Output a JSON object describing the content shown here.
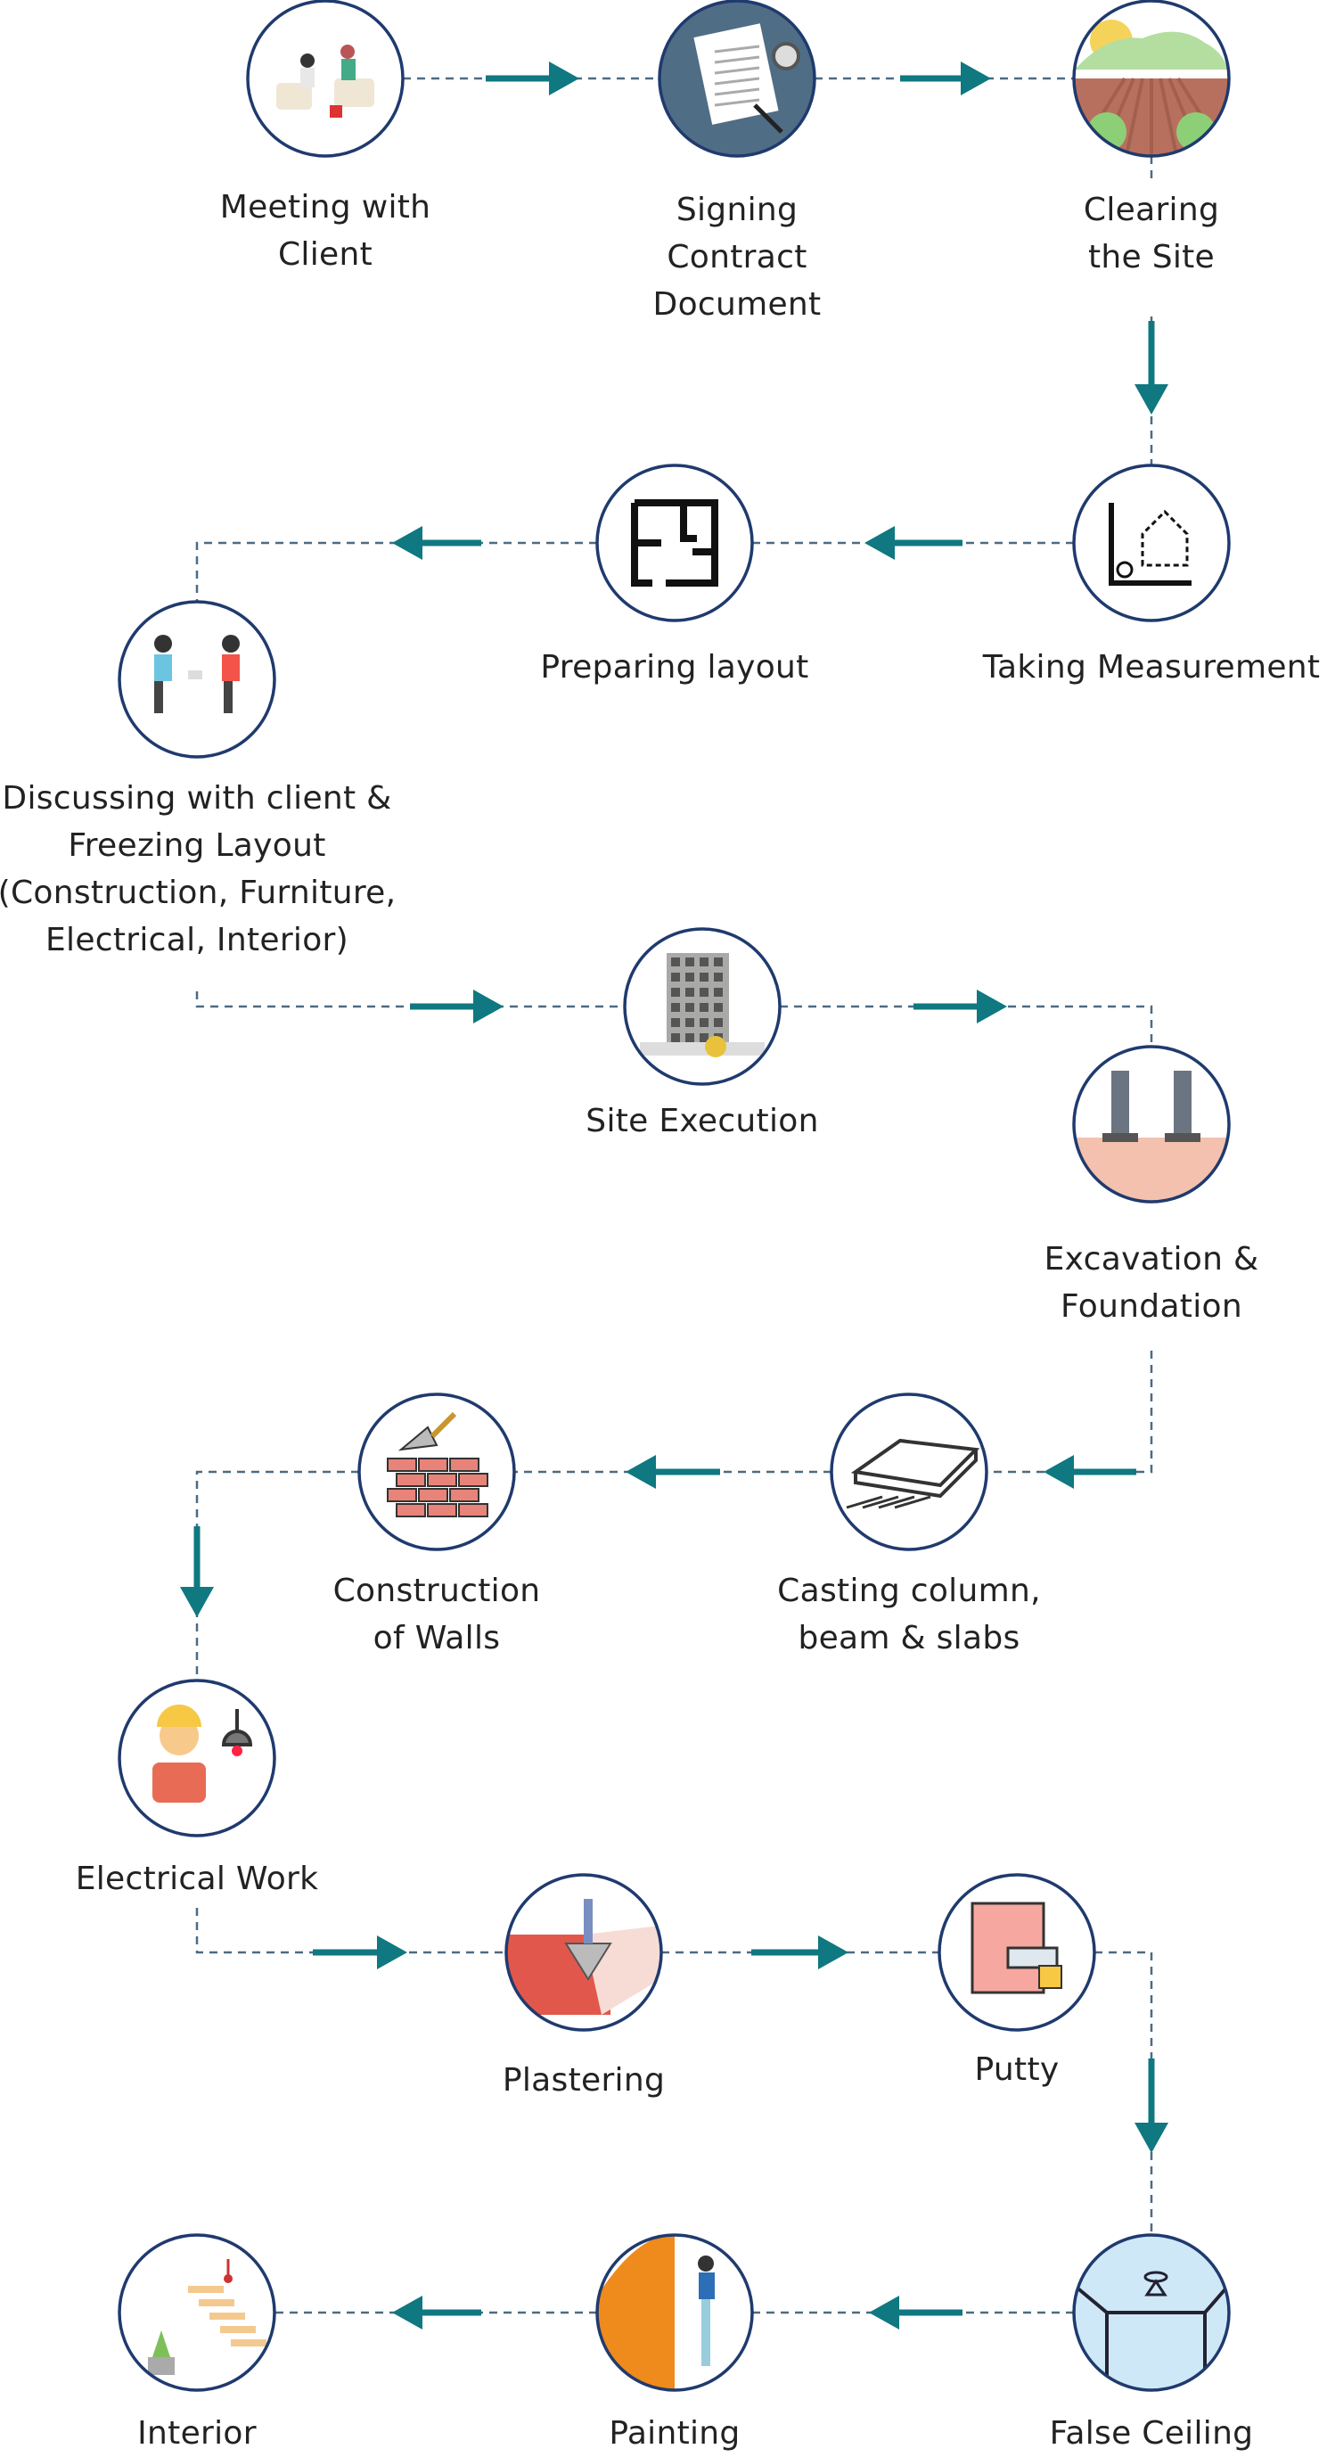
{
  "colors": {
    "circle_stroke": "#1f3a6e",
    "arrow": "#0f7880",
    "connector": "#4d6b82",
    "text": "#222222"
  },
  "steps": [
    {
      "label": [
        "Meeting with",
        "Client"
      ],
      "icon": "meeting-icon"
    },
    {
      "label": [
        "Signing",
        "Contract",
        "Document"
      ],
      "icon": "contract-icon"
    },
    {
      "label": [
        "Clearing",
        "the Site"
      ],
      "icon": "field-icon"
    },
    {
      "label": [
        "Taking Measurement"
      ],
      "icon": "measurement-icon"
    },
    {
      "label": [
        "Preparing layout"
      ],
      "icon": "floorplan-icon"
    },
    {
      "label": [
        "Discussing with client &",
        "Freezing Layout",
        "(Construction, Furniture,",
        "Electrical, Interior)"
      ],
      "icon": "discussion-icon"
    },
    {
      "label": [
        "Site Execution"
      ],
      "icon": "building-icon"
    },
    {
      "label": [
        "Excavation &",
        "Foundation"
      ],
      "icon": "foundation-icon"
    },
    {
      "label": [
        "Casting column,",
        "beam & slabs"
      ],
      "icon": "slab-icon"
    },
    {
      "label": [
        "Construction",
        "of Walls"
      ],
      "icon": "brick-wall-icon"
    },
    {
      "label": [
        "Electrical Work"
      ],
      "icon": "electrician-icon"
    },
    {
      "label": [
        "Plastering"
      ],
      "icon": "plastering-icon"
    },
    {
      "label": [
        "Putty"
      ],
      "icon": "putty-icon"
    },
    {
      "label": [
        "False Ceiling"
      ],
      "icon": "ceiling-icon"
    },
    {
      "label": [
        "Painting"
      ],
      "icon": "painting-icon"
    },
    {
      "label": [
        "Interior"
      ],
      "icon": "interior-icon"
    }
  ]
}
